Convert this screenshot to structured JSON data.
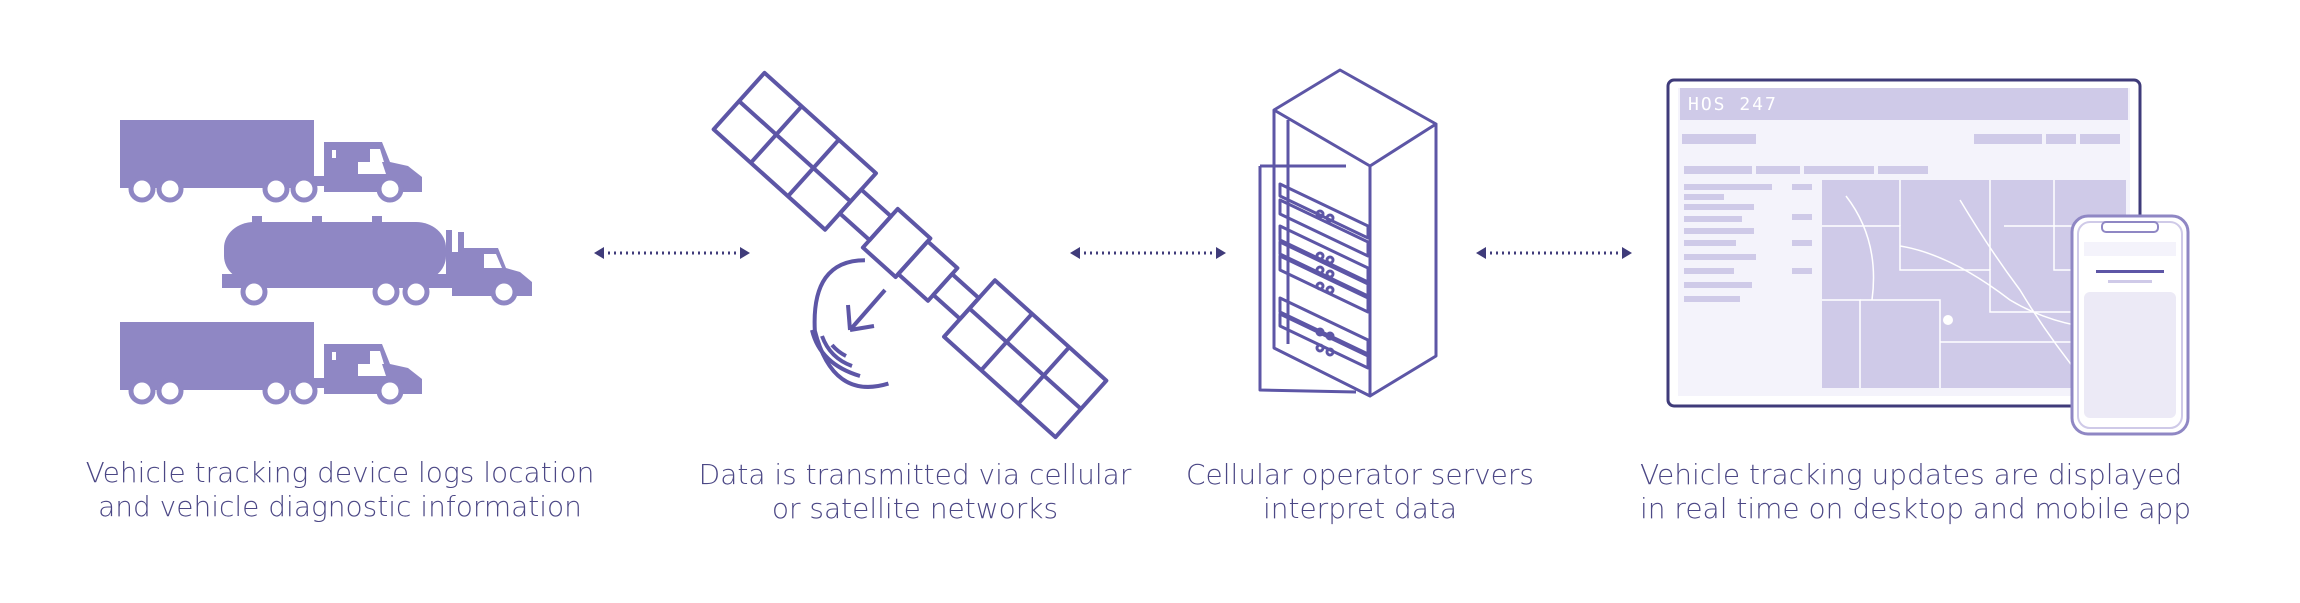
{
  "colors": {
    "primary": "#8f87c4",
    "stroke": "#5d56a6",
    "light": "#cfcae8",
    "text": "#4b4785"
  },
  "dashboard": {
    "brand": "HOS 247"
  },
  "steps": [
    {
      "icon": "truck-fleet-icon",
      "line1": "Vehicle tracking device logs location",
      "line2": "and vehicle diagnostic information"
    },
    {
      "icon": "satellite-icon",
      "line1": "Data is transmitted via cellular",
      "line2": "or satellite networks"
    },
    {
      "icon": "server-rack-icon",
      "line1": "Cellular operator servers",
      "line2": "interpret data"
    },
    {
      "icon": "desktop-mobile-icon",
      "line1": "Vehicle tracking updates are displayed",
      "line2": "in real time on desktop and mobile app"
    }
  ]
}
